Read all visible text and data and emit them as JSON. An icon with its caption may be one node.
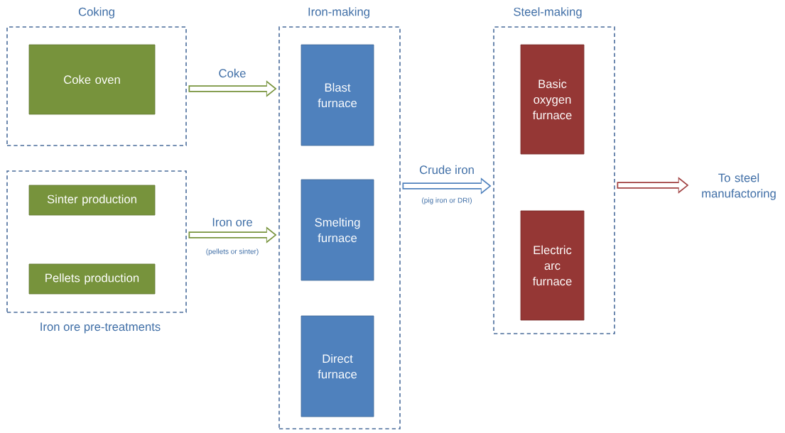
{
  "diagram": {
    "nodes": [
      {
        "text": [
          "Coking"
        ]
      },
      {
        "text": [
          "Coke oven"
        ],
        "in": 0
      },
      {
        "text": [
          "Iron ore pre-treatments"
        ]
      },
      {
        "text": [
          "Sinter production"
        ],
        "in": 2
      },
      {
        "text": [
          "Pellets production"
        ],
        "in": 2
      },
      {
        "text": [
          "Iron-making"
        ]
      },
      {
        "text": [
          "Blast furnace"
        ],
        "in": 5
      },
      {
        "text": [
          "Smelting furnace"
        ],
        "in": 5
      },
      {
        "text": [
          "Direct furnace"
        ],
        "in": 5
      },
      {
        "text": [
          "Steel-making"
        ]
      },
      {
        "text": [
          "Basic oxygen furnace"
        ],
        "in": 9
      },
      {
        "text": [
          "Electric arc furnace"
        ],
        "in": 9
      },
      {
        "text": [
          "To steel manufactoring"
        ]
      }
    ],
    "edges": [
      {
        "from": 0,
        "to": 5,
        "arrow": "to",
        "label": "Coke",
        "color": "#77933c"
      },
      {
        "from": 2,
        "to": 5,
        "arrow": "to",
        "label": "Iron ore",
        "color": "#77933c"
      },
      {
        "from": 5,
        "to": 9,
        "arrow": "to",
        "label": "Crude iron",
        "color": "#4f81bd"
      },
      {
        "from": 9,
        "to": 12,
        "arrow": "to",
        "color": "#a04040"
      }
    ],
    "labels": [
      "(pellets or sinter)",
      "(pig iron or DRI)"
    ]
  }
}
